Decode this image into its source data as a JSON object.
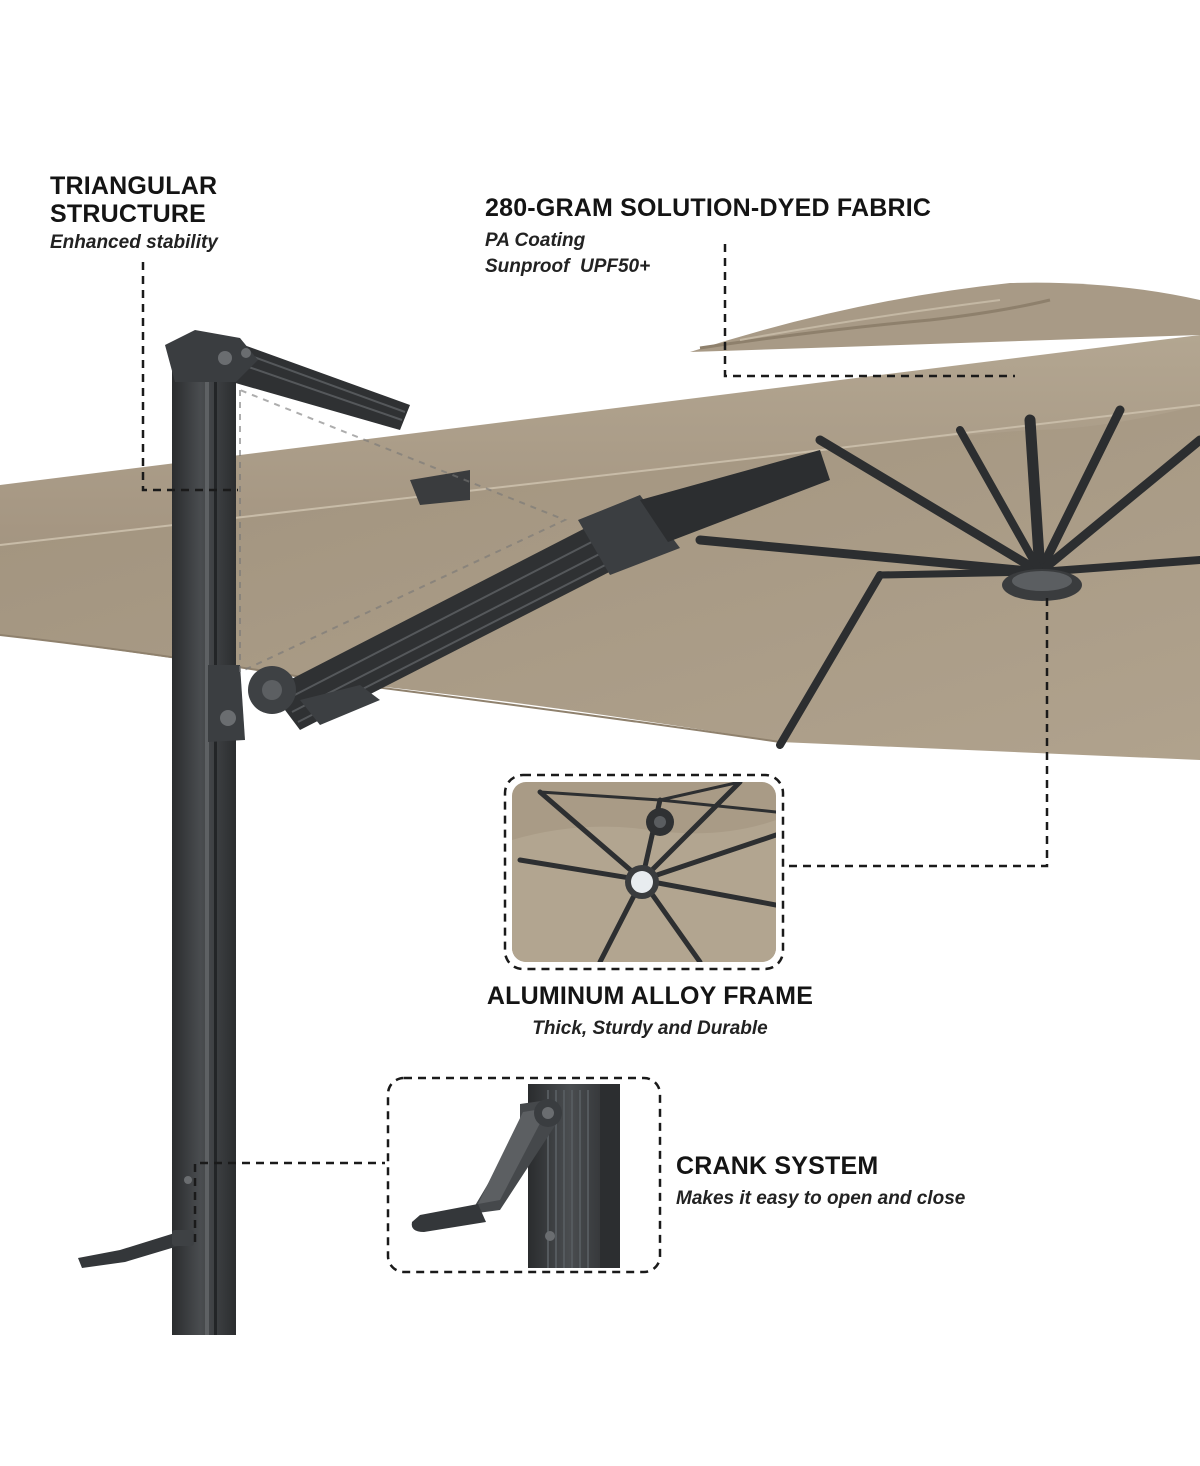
{
  "features": {
    "triangular": {
      "title_line1": "TRIANGULAR",
      "title_line2": "STRUCTURE",
      "subtitle": "Enhanced stability"
    },
    "fabric": {
      "title": "280-GRAM SOLUTION-DYED FABRIC",
      "line1": "PA Coating",
      "line2": "Sunproof  UPF50+"
    },
    "frame": {
      "title": "ALUMINUM ALLOY FRAME",
      "subtitle": "Thick, Sturdy and Durable"
    },
    "crank": {
      "title": "CRANK SYSTEM",
      "subtitle": "Makes it easy to open and close"
    }
  },
  "colors": {
    "canopy": "#a89a86",
    "canopy_shade": "#9c8e7a",
    "frame_dark": "#2f3133",
    "frame_mid": "#45484b",
    "callout_line": "#1a1a1a"
  }
}
